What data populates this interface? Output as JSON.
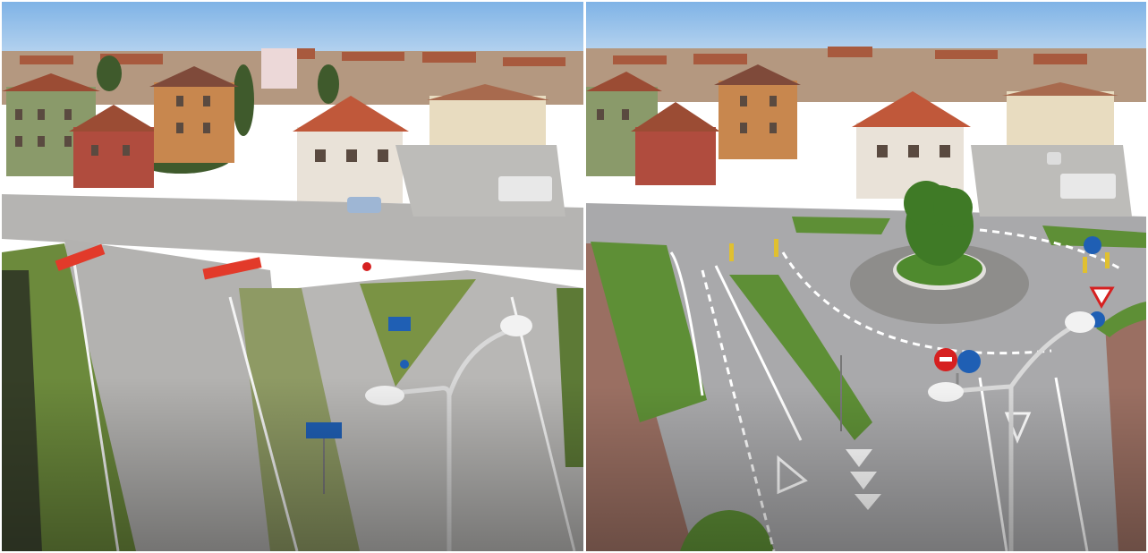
{
  "image": {
    "kind": "side-by-side comparison photo",
    "panels": [
      {
        "id": "before",
        "content": "intersection-photo"
      },
      {
        "id": "after",
        "content": "roundabout-rendering"
      }
    ]
  },
  "colors": {
    "sky": "#9cc6ee",
    "asphalt": "#b9b8b6",
    "asphalt_dark": "#8e8d8b",
    "grass": "#6f9a3c",
    "brick": "#9a6f62",
    "roof": "#b0553b",
    "sign_blue": "#1f5fb4",
    "sign_red": "#d62020"
  }
}
